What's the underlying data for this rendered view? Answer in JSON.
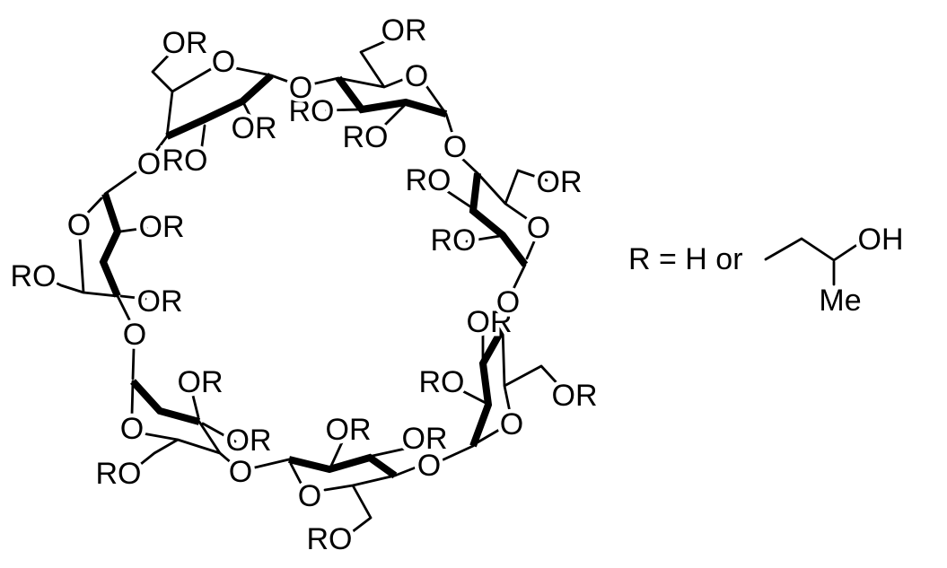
{
  "labels": {
    "or": "OR",
    "ro": "RO",
    "o": "O"
  },
  "legend": {
    "r_definition": "R = H or",
    "hydroxyl": "OH",
    "methyl": "Me"
  }
}
